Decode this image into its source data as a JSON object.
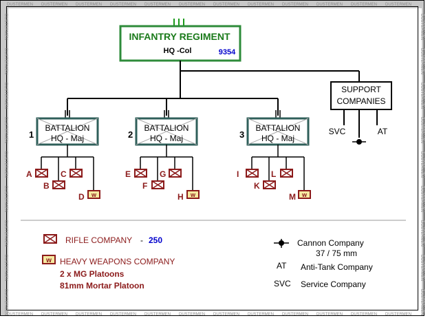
{
  "border_text": "DUSTERMEN",
  "colors": {
    "frame": "#000000",
    "border_band": "#c8c8c8",
    "regiment_box": "#2e8b3a",
    "regiment_text": "#1a7a1a",
    "battalion_box": "#2f5f5a",
    "rifle": "#8b1a1a",
    "heavy_fill": "#f5e9a0",
    "number_blue": "#0000cc",
    "line": "#000000"
  },
  "regiment": {
    "title": "INFANTRY REGIMENT",
    "hq": "HQ -Col",
    "number": "9354"
  },
  "support": {
    "title_line1": "SUPPORT",
    "title_line2": "COMPANIES",
    "svc": "SVC",
    "at": "AT"
  },
  "battalions": [
    {
      "number": "1",
      "title": "BATTALION",
      "hq": "HQ - Maj",
      "rifle_companies": [
        "A",
        "B",
        "C"
      ],
      "heavy_company": "D"
    },
    {
      "number": "2",
      "title": "BATTALION",
      "hq": "HQ - Maj",
      "rifle_companies": [
        "E",
        "F",
        "G"
      ],
      "heavy_company": "H"
    },
    {
      "number": "3",
      "title": "BATTALION",
      "hq": "HQ - Maj",
      "rifle_companies": [
        "I",
        "K",
        "L"
      ],
      "heavy_company": "M"
    }
  ],
  "legend": {
    "rifle_label": "RIFLE COMPANY",
    "rifle_sep": "-",
    "rifle_number": "250",
    "heavy_label": "HEAVY WEAPONS COMPANY",
    "heavy_line1": "2 x MG Platoons",
    "heavy_line2": "81mm Mortar Platoon",
    "cannon_label": "Cannon Company",
    "cannon_sub": "37 / 75 mm",
    "at_abbr": "AT",
    "at_label": "Anti-Tank Company",
    "svc_abbr": "SVC",
    "svc_label": "Service Company"
  }
}
